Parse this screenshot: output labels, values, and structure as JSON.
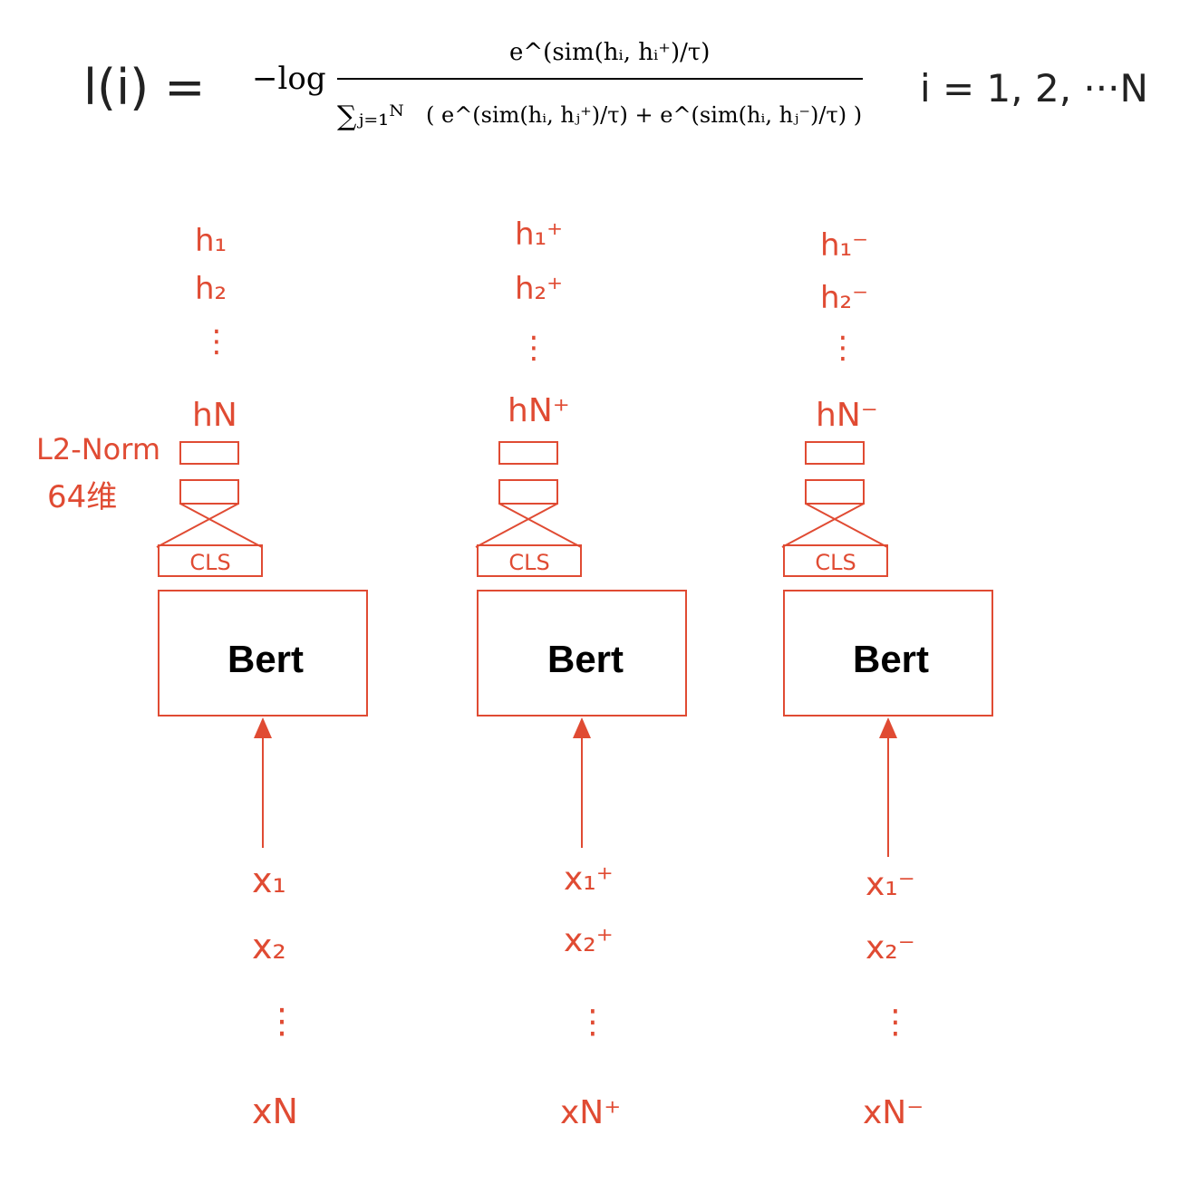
{
  "formula": {
    "lhs": "l(i) =",
    "neg_log": "−log",
    "numerator": "e^(sim(hᵢ, hᵢ⁺)/τ)",
    "denominator_sum": "∑ⱼ₌₁ᴺ",
    "denominator_body": "( e^(sim(hᵢ, hⱼ⁺)/τ) + e^(sim(hᵢ, hⱼ⁻)/τ) )",
    "range": "i = 1, 2, ···N"
  },
  "annotations": {
    "norm_label": "L2-Norm",
    "dim_label": "64维"
  },
  "columns": [
    {
      "outputs": [
        "h₁",
        "h₂",
        "⋮",
        "hN"
      ],
      "cls_label": "CLS",
      "model_label": "Bert",
      "inputs": [
        "x₁",
        "x₂",
        "⋮",
        "xN"
      ]
    },
    {
      "outputs": [
        "h₁⁺",
        "h₂⁺",
        "⋮",
        "hN⁺"
      ],
      "cls_label": "CLS",
      "model_label": "Bert",
      "inputs": [
        "x₁⁺",
        "x₂⁺",
        "⋮",
        "xN⁺"
      ]
    },
    {
      "outputs": [
        "h₁⁻",
        "h₂⁻",
        "⋮",
        "hN⁻"
      ],
      "cls_label": "CLS",
      "model_label": "Bert",
      "inputs": [
        "x₁⁻",
        "x₂⁻",
        "⋮",
        "xN⁻"
      ]
    }
  ],
  "colors": {
    "accent": "#e04b33",
    "text": "#000000"
  }
}
